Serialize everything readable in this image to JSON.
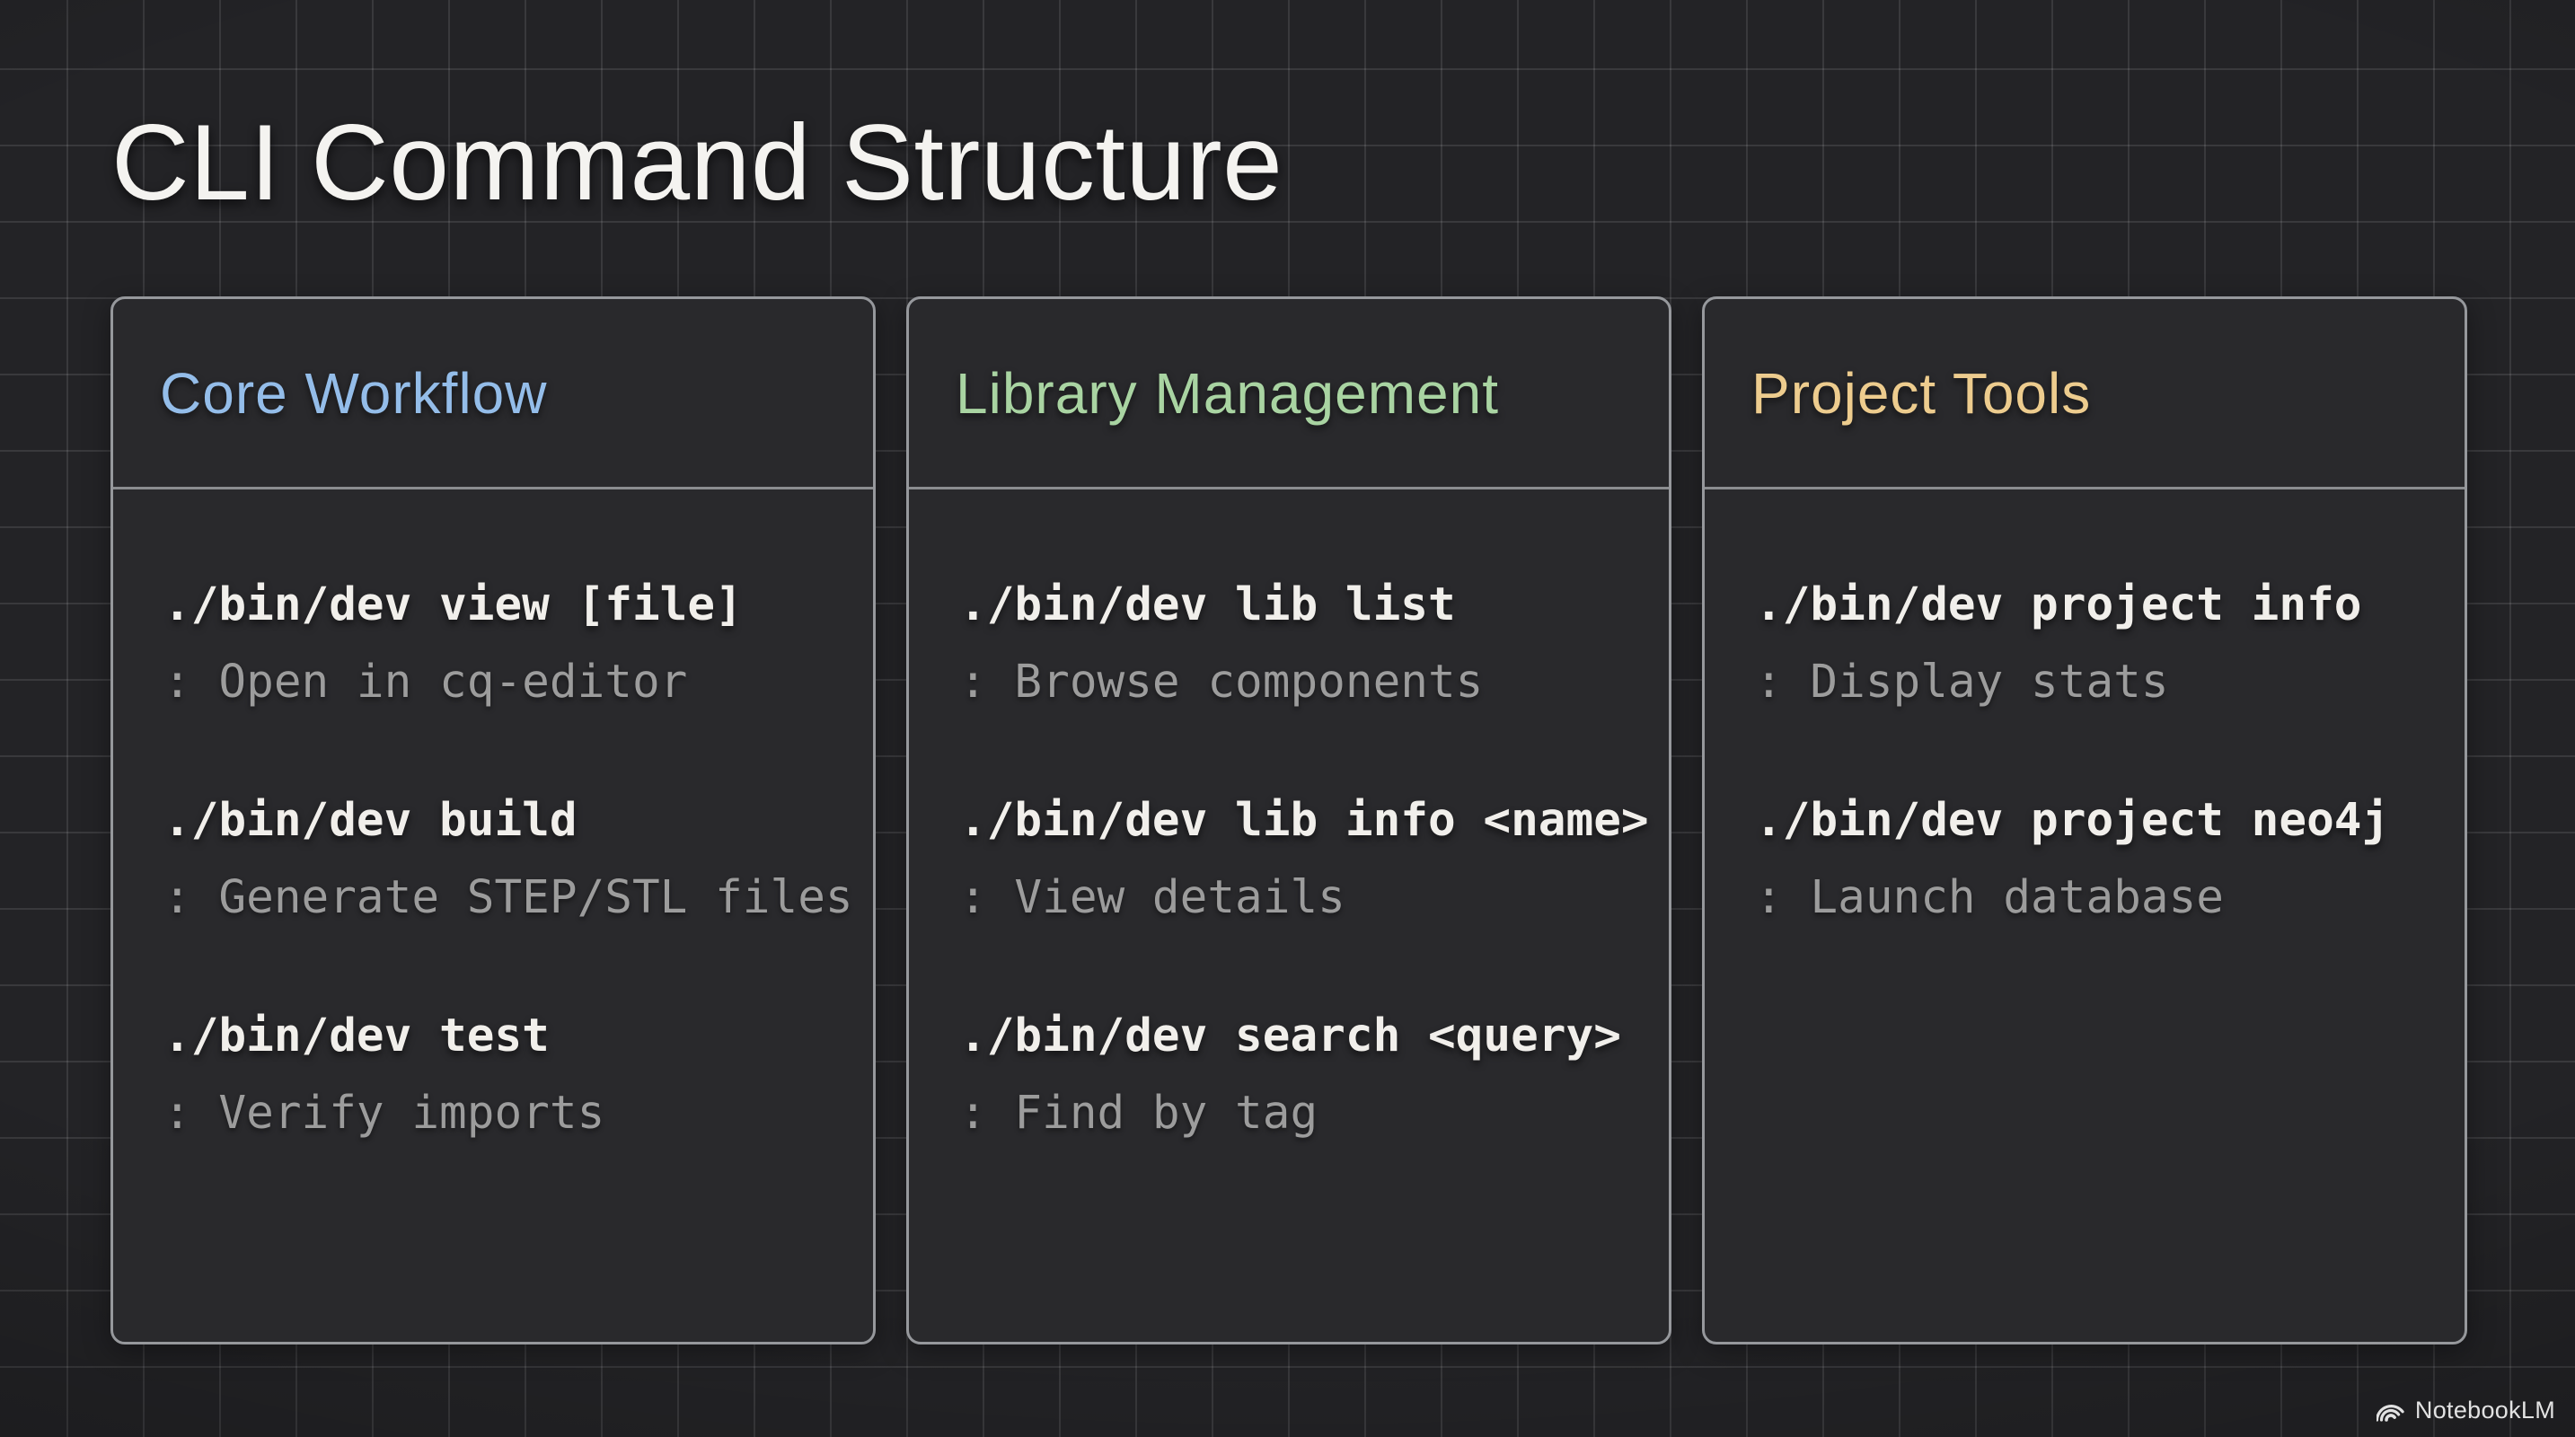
{
  "slide": {
    "title": "CLI Command Structure"
  },
  "cards": [
    {
      "title": "Core Workflow",
      "accent_color": "#94bde9",
      "entries": [
        {
          "command": "./bin/dev view [file]",
          "description": ": Open in cq-editor"
        },
        {
          "command": "./bin/dev build",
          "description": ": Generate STEP/STL files"
        },
        {
          "command": "./bin/dev test",
          "description": ": Verify imports"
        }
      ]
    },
    {
      "title": "Library Management",
      "accent_color": "#a9d4a2",
      "entries": [
        {
          "command": "./bin/dev lib list",
          "description": ": Browse components"
        },
        {
          "command": "./bin/dev lib info <name>",
          "description": ": View details"
        },
        {
          "command": "./bin/dev search <query>",
          "description": ": Find by tag"
        }
      ]
    },
    {
      "title": "Project Tools",
      "accent_color": "#edcc8e",
      "entries": [
        {
          "command": "./bin/dev project info",
          "description": ": Display stats"
        },
        {
          "command": "./bin/dev project neo4j",
          "description": ": Launch database"
        }
      ]
    }
  ],
  "watermark": {
    "label": "NotebookLM",
    "icon": "notebooklm-logo"
  },
  "colors": {
    "background": "#232326",
    "card_background": "#29292c",
    "card_border": "#96989c",
    "divider": "#8b8d90",
    "title_text": "#f4f3f0",
    "command_text": "#f1efeb",
    "description_text": "#9c9c9c",
    "watermark_text": "#e2e2e2"
  }
}
